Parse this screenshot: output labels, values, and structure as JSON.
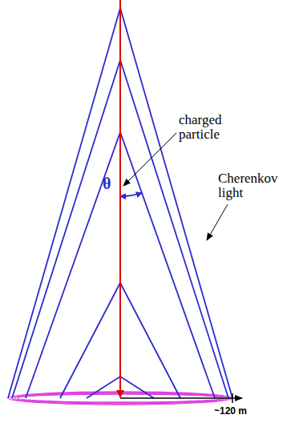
{
  "diagram": {
    "labels": [
      "charged particle",
      "Cherenkov light",
      "θ",
      "~120 m"
    ]
  }
}
